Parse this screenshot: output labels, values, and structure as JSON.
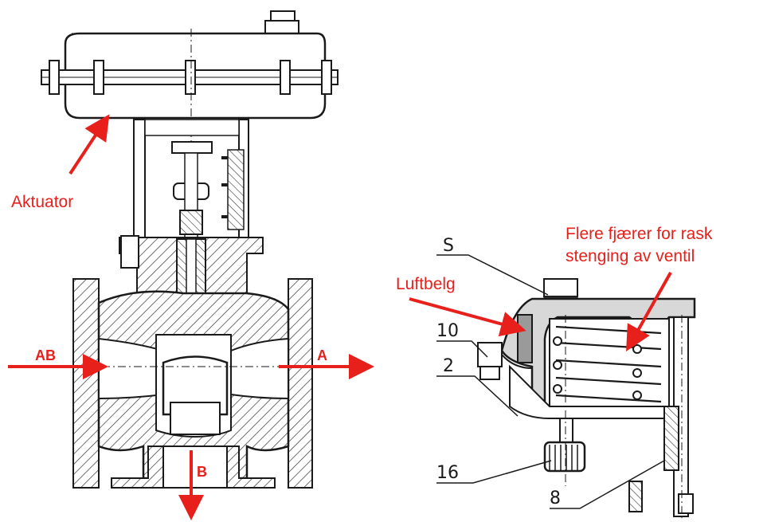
{
  "labels": {
    "actuator": "Aktuator",
    "port_ab": "AB",
    "port_a": "A",
    "port_b": "B",
    "luftbelg": "Luftbelg",
    "springs_line1": "Flere fjærer for rask",
    "springs_line2": "stenging av ventil",
    "part_s": "S",
    "part_10": "10",
    "part_2": "2",
    "part_16": "16",
    "part_8": "8"
  },
  "colors": {
    "annotation": "#e8201c",
    "line": "#1a1a1a",
    "fill_gray": "#d8d8d8",
    "hatch": "#333333"
  }
}
